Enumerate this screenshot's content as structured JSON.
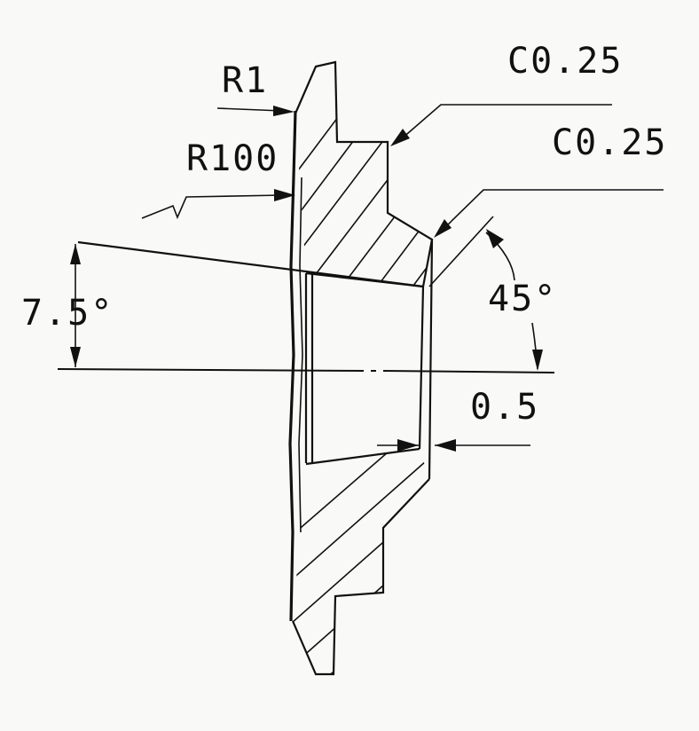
{
  "labels": {
    "r1": "R1",
    "r100": "R100",
    "chamfer_top": "C0.25",
    "chamfer_mid": "C0.25",
    "angle_cone": "7.5°",
    "angle_chamfer": "45°",
    "gap": "0.5"
  },
  "colors": {
    "ink": "#111111",
    "paper": "#f9f9f8"
  }
}
